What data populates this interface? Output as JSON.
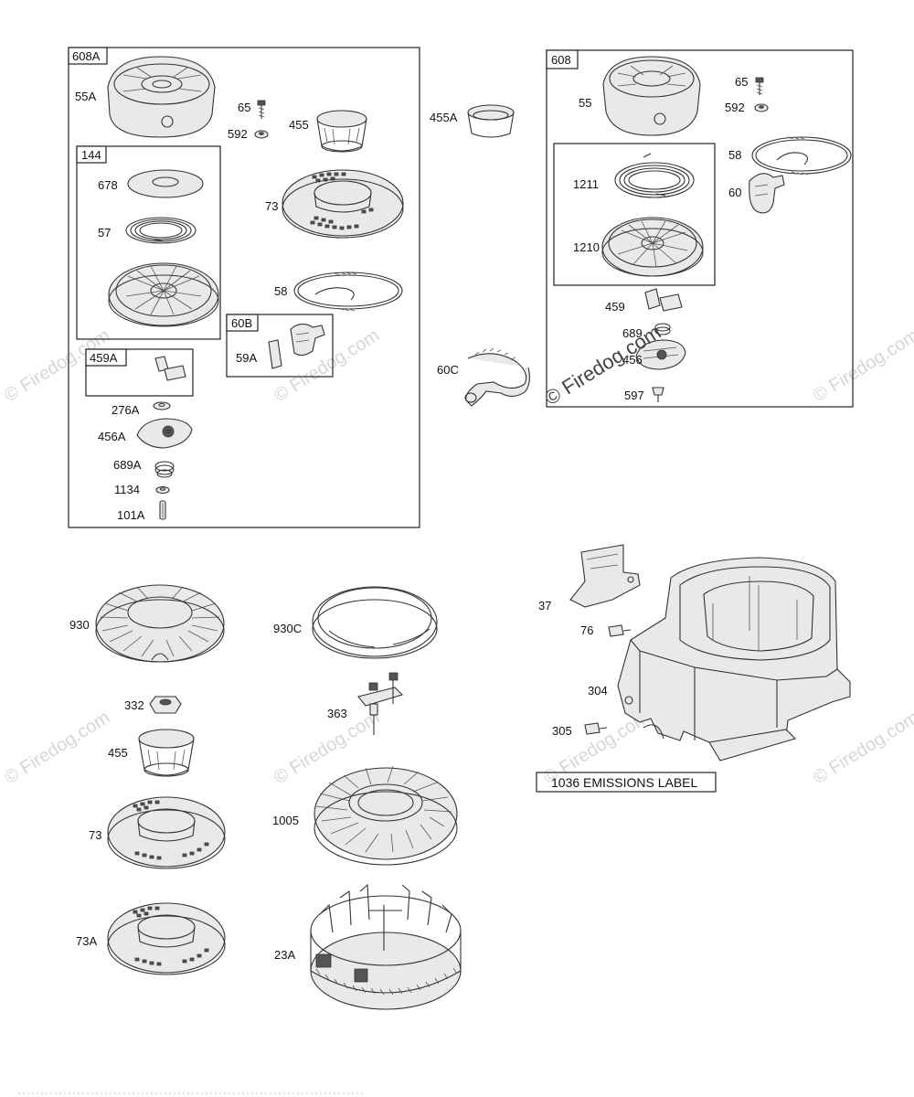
{
  "watermarks": {
    "main": "© Firedog.com",
    "center": "© Firedog.com"
  },
  "groups": {
    "g608a": "608A",
    "g144": "144",
    "g459a": "459A",
    "g60b": "60B",
    "g608": "608"
  },
  "callouts": {
    "p55a": "55A",
    "p65a": "65",
    "p592a": "592",
    "p455a_top": "455",
    "p678": "678",
    "p57": "57",
    "p73_top": "73",
    "p58_left": "58",
    "p59a": "59A",
    "p276a": "276A",
    "p456a": "456A",
    "p689a": "689A",
    "p1134": "1134",
    "p101a": "101A",
    "p455a_mid": "455A",
    "p60c": "60C",
    "p55": "55",
    "p65b": "65",
    "p592b": "592",
    "p58_right": "58",
    "p60": "60",
    "p1211": "1211",
    "p1210": "1210",
    "p459": "459",
    "p689": "689",
    "p456": "456",
    "p597": "597",
    "p930": "930",
    "p930c": "930C",
    "p332": "332",
    "p363": "363",
    "p455_bottom": "455",
    "p1005": "1005",
    "p73_bottom": "73",
    "p73a": "73A",
    "p23a": "23A",
    "p37": "37",
    "p76": "76",
    "p304": "304",
    "p305": "305"
  },
  "emissions_label": "1036 EMISSIONS LABEL"
}
